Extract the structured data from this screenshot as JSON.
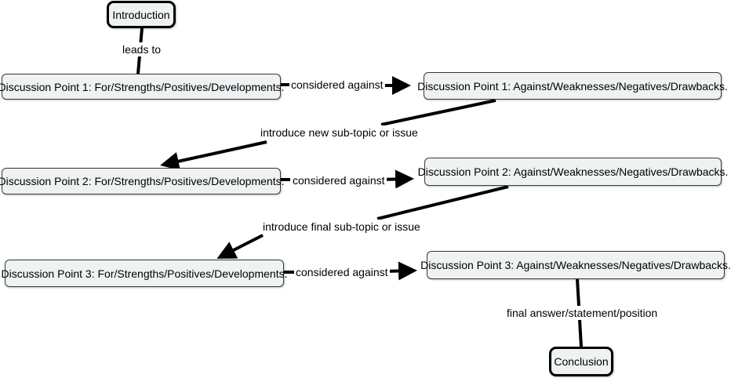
{
  "nodes": {
    "introduction": "Introduction",
    "for_1": "Discussion Point 1: For/Strengths/Positives/Developments.",
    "against_1": "Discussion Point 1: Against/Weaknesses/Negatives/Drawbacks.",
    "for_2": "Discussion Point 2: For/Strengths/Positives/Developments.",
    "against_2": "Discussion Point 2: Against/Weaknesses/Negatives/Drawbacks.",
    "for_3": "Discussion Point 3: For/Strengths/Positives/Developments.",
    "against_3": "Discussion Point 3: Against/Weaknesses/Negatives/Drawbacks.",
    "conclusion": "Conclusion"
  },
  "links": {
    "leads_to": "leads to",
    "considered_1": "considered against",
    "new_subtopic": "introduce new sub-topic or issue",
    "considered_2": "considered against",
    "final_subtopic": "introduce final sub-topic or issue",
    "considered_3": "considered against",
    "final_answer": "final answer/statement/position"
  }
}
